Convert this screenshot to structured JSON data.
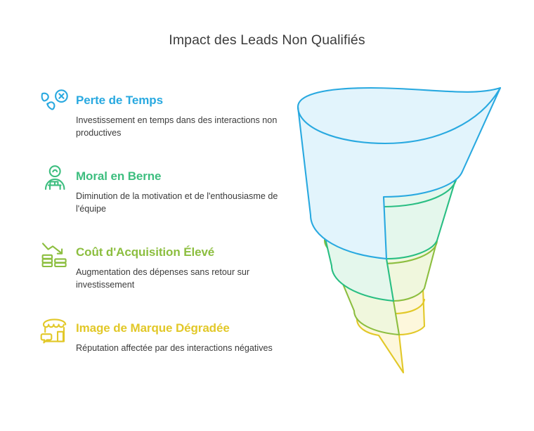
{
  "header": {
    "title": "Impact des Leads Non Qualifiés"
  },
  "colors": {
    "blue": "#29a9e0",
    "green": "#3dbe7f",
    "olive": "#8cbe3f",
    "yellow": "#e2c828",
    "blue_fill": "#e2f4fc",
    "green_fill": "#e4f7ec",
    "olive_fill": "#f0f7dd",
    "yellow_fill": "#fdf7dc",
    "title_text": "#3c3c3c",
    "body_text": "#3b3b3b",
    "background": "#ffffff"
  },
  "items": [
    {
      "icon": "missed-call-icon",
      "title": "Perte de Temps",
      "description": "Investissement en temps dans des interactions non productives",
      "color": "#29a9e0"
    },
    {
      "icon": "discouraged-employee-icon",
      "title": "Moral en Berne",
      "description": "Diminution de la motivation et de l'enthousiasme de l'équipe",
      "color": "#3dbe7f"
    },
    {
      "icon": "declining-money-icon",
      "title": "Coût d'Acquisition Élevé",
      "description": "Augmentation des dépenses sans retour sur investissement",
      "color": "#8cbe3f"
    },
    {
      "icon": "storefront-thumbs-down-icon",
      "title": "Image de Marque Dégradée",
      "description": "Réputation affectée par des interactions négatives",
      "color": "#e2c828"
    }
  ],
  "funnel": {
    "name": "descending-spiral-funnel",
    "bands": [
      {
        "label": "Perte de Temps",
        "color": "#29a9e0",
        "fill": "#e2f4fc"
      },
      {
        "label": "Moral en Berne",
        "color": "#29be83",
        "fill": "#e4f7ec"
      },
      {
        "label": "Coût d'Acquisition Élevé",
        "color": "#8cbe3f",
        "fill": "#f0f7dd"
      },
      {
        "label": "Image de Marque Dégradée",
        "color": "#e2c828",
        "fill": "#fdf7dc"
      }
    ]
  }
}
